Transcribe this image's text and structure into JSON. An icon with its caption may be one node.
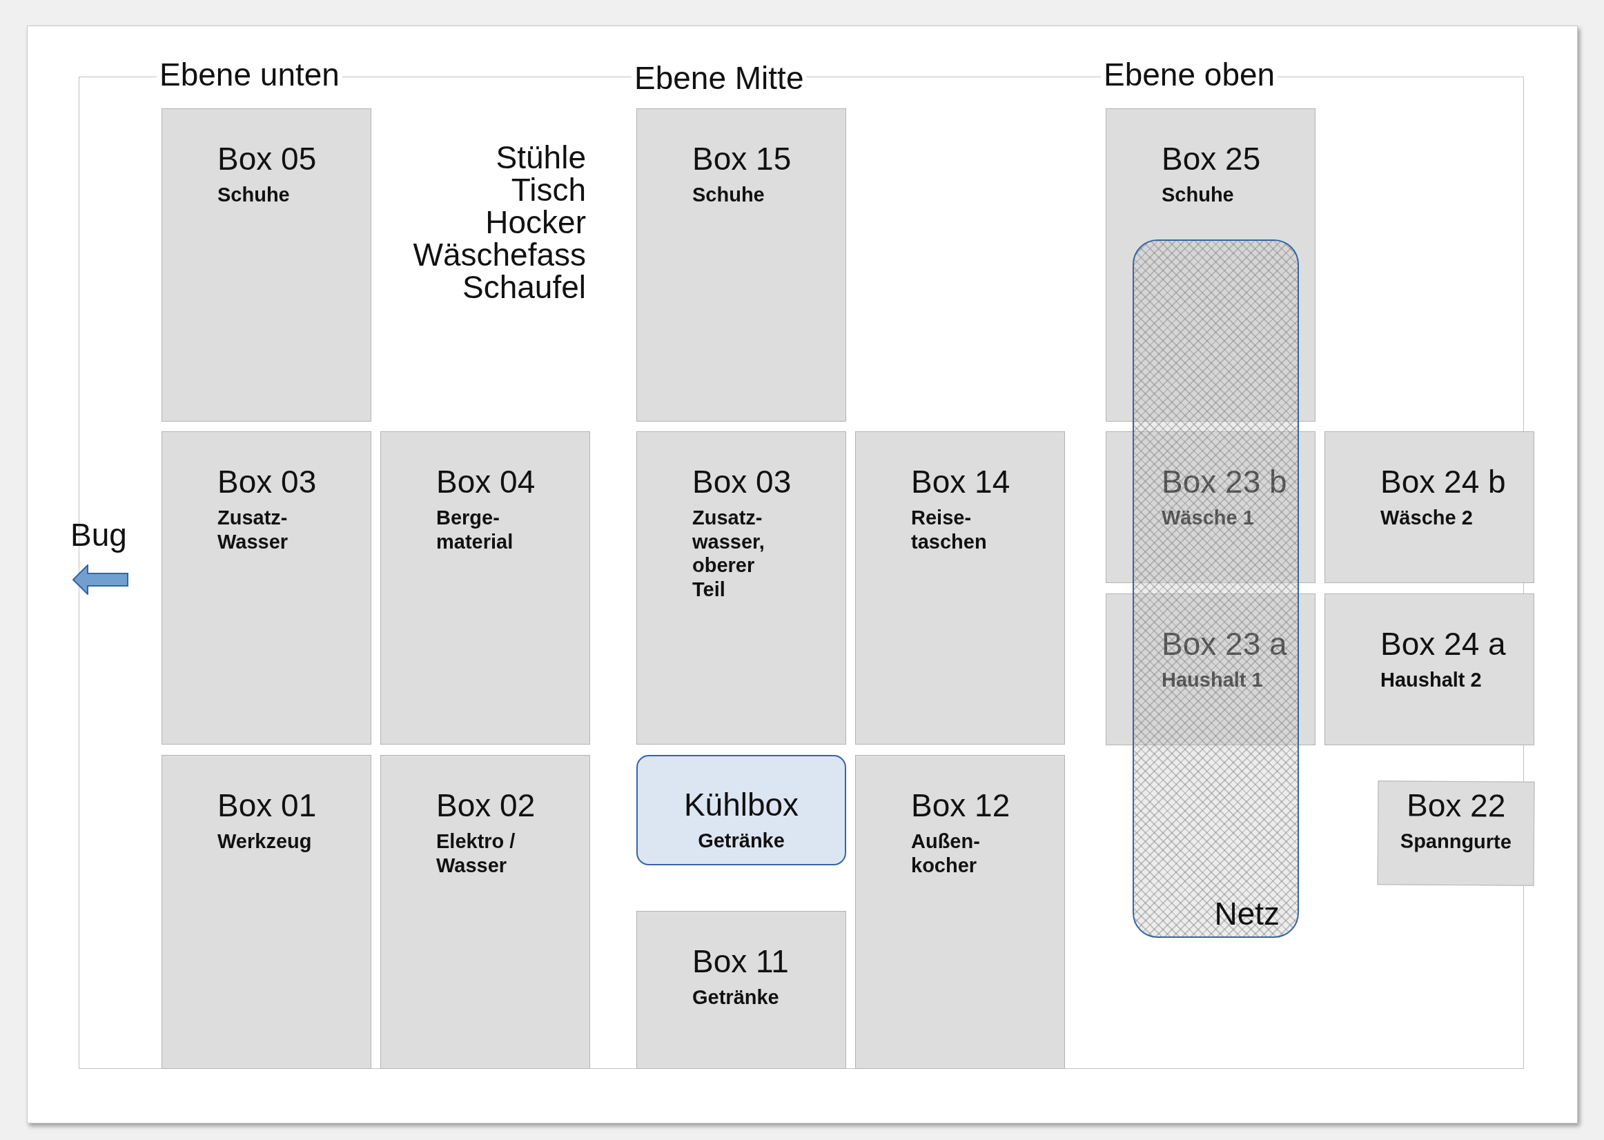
{
  "diagram": {
    "nodes": [
      {
        "text": [
          "Box 05",
          "Schuhe"
        ]
      },
      {
        "text": [
          "Box 15",
          "Schuhe"
        ]
      },
      {
        "text": [
          "Box 25",
          "Schuhe"
        ]
      },
      {
        "text": [
          "Box 03",
          "Zusatz- Wasser"
        ]
      },
      {
        "text": [
          "Box 04",
          "Berge- material"
        ]
      },
      {
        "text": [
          "Box 03",
          "Zusatz- wasser, oberer Teil"
        ]
      },
      {
        "text": [
          "Box 14",
          "Reise- taschen"
        ]
      },
      {
        "text": [
          "Box 23 b",
          "Wäsche 1"
        ]
      },
      {
        "text": [
          "Box 24 b",
          "Wäsche 2"
        ]
      },
      {
        "text": [
          "Box 23 a",
          "Haushalt 1"
        ]
      },
      {
        "text": [
          "Box 24 a",
          "Haushalt 2"
        ]
      },
      {
        "text": [
          "Box 01",
          "Werkzeug"
        ]
      },
      {
        "text": [
          "Box 02",
          "Elektro / Wasser"
        ]
      },
      {
        "text": [
          "Kühlbox",
          "Getränke"
        ]
      },
      {
        "text": [
          "Box 12",
          "Außen- kocher"
        ]
      },
      {
        "text": [
          "Box 22",
          "Spanngurte"
        ]
      },
      {
        "text": [
          "Box 11",
          "Getränke"
        ]
      },
      {
        "text": [
          "Netz"
        ]
      }
    ],
    "labels": [
      "Ebene unten",
      "Ebene Mitte",
      "Ebene oben",
      "Stühle",
      "Tisch",
      "Hocker",
      "Wäschefass",
      "Schaufel",
      "Bug"
    ]
  }
}
